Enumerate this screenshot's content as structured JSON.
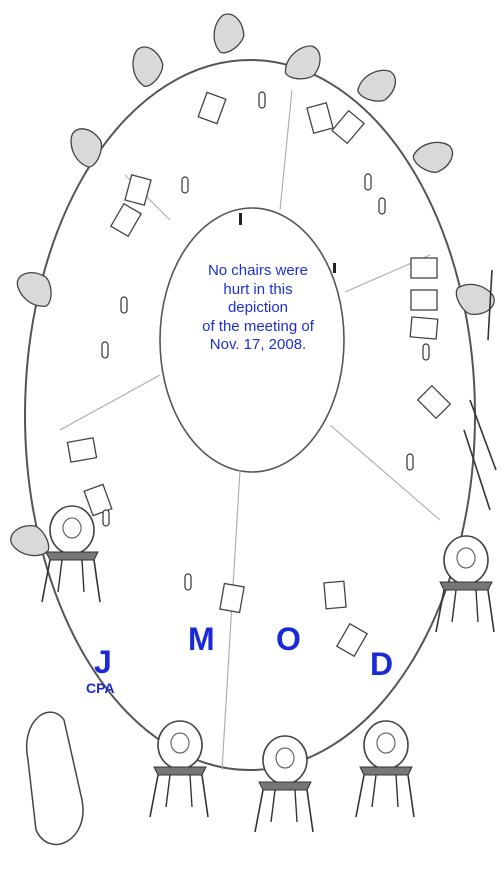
{
  "caption": {
    "lines": [
      "No chairs were",
      "hurt in this",
      "depiction",
      "of the meeting of",
      "Nov. 17, 2008."
    ]
  },
  "seat_labels": {
    "j": "J",
    "j_sub": "CPA",
    "m": "M",
    "o": "O",
    "d": "D"
  },
  "colors": {
    "label_blue": "#1a2ad8",
    "line_gray": "#555555",
    "chair_fill": "#d9d9d9"
  },
  "icons": [
    "round-table",
    "chair-icon",
    "notepad-icon",
    "bottle-icon"
  ]
}
